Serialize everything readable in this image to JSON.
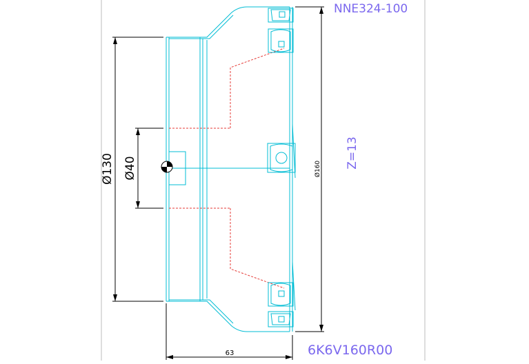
{
  "drawing": {
    "part_number": "NNE324-100",
    "teeth_label": "Z=13",
    "model_code": "6K6V160R00",
    "dim_bore": "Ø40",
    "dim_hub": "Ø130",
    "dim_cutter": "Ø160",
    "dim_height": "63"
  },
  "colors": {
    "outline": "#00bcd4",
    "dimension": "#000000",
    "hidden_line": "#e53935",
    "label": "#7b68ee",
    "frame": "#bbbbbb"
  }
}
